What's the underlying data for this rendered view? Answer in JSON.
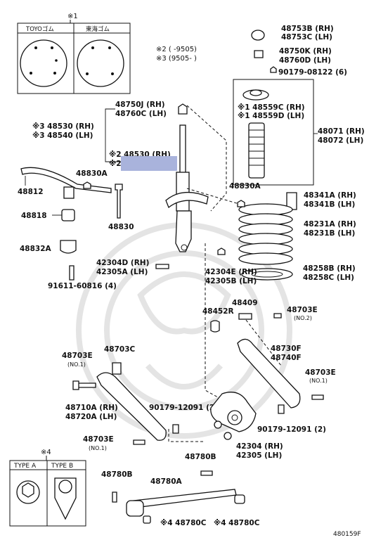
{
  "note1": {
    "mark": "※1",
    "col_a": "TOYOゴム",
    "col_b": "東海ゴム"
  },
  "date_notes": {
    "n2": "※2 (      -9505)",
    "n3": "※3 (9505-      )"
  },
  "note4": {
    "mark": "※4",
    "type_a": "TYPE A",
    "type_b": "TYPE B"
  },
  "parts": {
    "p48753": [
      "48753B (RH)",
      "48753C (LH)"
    ],
    "p48750": [
      "48750K (RH)",
      "48760D (LH)"
    ],
    "p90179a": "90179-08122 (6)",
    "p48750j": [
      "48750J (RH)",
      "48760C (LH)"
    ],
    "p48559": [
      "※1 48559C (RH)",
      "※1 48559D (LH)"
    ],
    "p48530": [
      "※3 48530 (RH)",
      "※3 48540 (LH)"
    ],
    "p48530b": "※2 48530 (RH)",
    "p48530c": "※2",
    "p48071": [
      "48071 (RH)",
      "48072 (LH)"
    ],
    "p48830a1": "48830A",
    "p48812": "48812",
    "p48341": [
      "48341A (RH)",
      "48341B (LH)"
    ],
    "p48830a2": "48830A",
    "p48818": "48818",
    "p48830": "48830",
    "p48231": [
      "48231A (RH)",
      "48231B (LH)"
    ],
    "p48832": "48832A",
    "p42304d": [
      "42304D (RH)",
      "42305A (LH)"
    ],
    "p42304e": [
      "42304E (RH)",
      "42305B (LH)"
    ],
    "p48258": [
      "48258B (RH)",
      "48258C (LH)"
    ],
    "p91611": "91611-60816 (4)",
    "p48409": "48409",
    "p48452": "48452R",
    "p48703e1": [
      "48703E",
      "(NO.2)"
    ],
    "p48703e2": [
      "48703E",
      "(NO.1)"
    ],
    "p48703c": "48703C",
    "p48730": [
      "48730F",
      "48740F"
    ],
    "p48703e3": [
      "48703E",
      "(NO.1)"
    ],
    "p48710": [
      "48710A (RH)",
      "48720A (LH)"
    ],
    "p90179b": "90179-12091 (2)",
    "p90179c": "90179-12091 (2)",
    "p48703e4": [
      "48703E",
      "(NO.1)"
    ],
    "p42304": [
      "42304 (RH)",
      "42305 (LH)"
    ],
    "p48780b1": "48780B",
    "p48780b2": "48780B",
    "p48780a": "48780A",
    "p48780c1": "※4 48780C",
    "p48780c2": "※4 48780C"
  },
  "figure_code": "480159F",
  "highlight_color": "#a9b3dc"
}
